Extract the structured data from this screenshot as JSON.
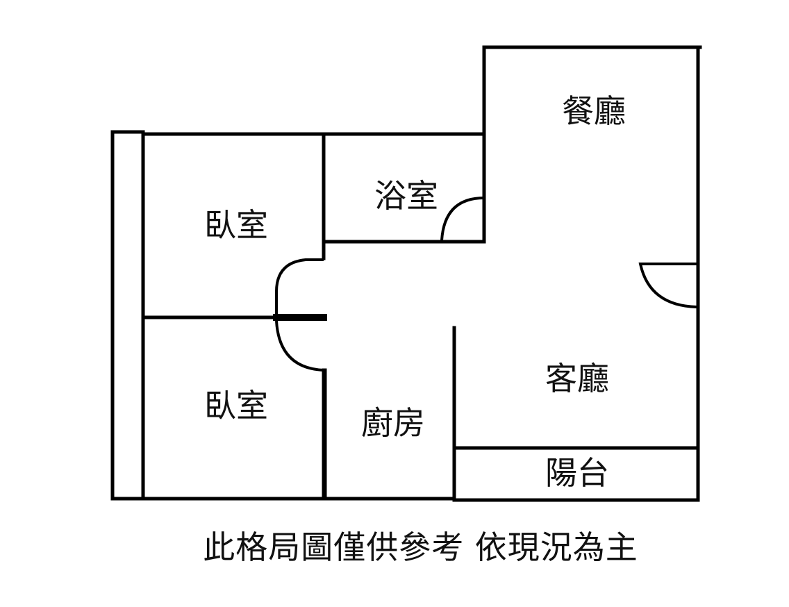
{
  "rooms": {
    "bedroom_top": "臥室",
    "bedroom_bottom": "臥室",
    "bathroom": "浴室",
    "dining_room": "餐廳",
    "living_room": "客廳",
    "kitchen": "廚房",
    "balcony": "陽台"
  },
  "note": "此格局圖僅供參考 依現況為主",
  "colors": {
    "wall": "#000000",
    "background": "#ffffff"
  }
}
